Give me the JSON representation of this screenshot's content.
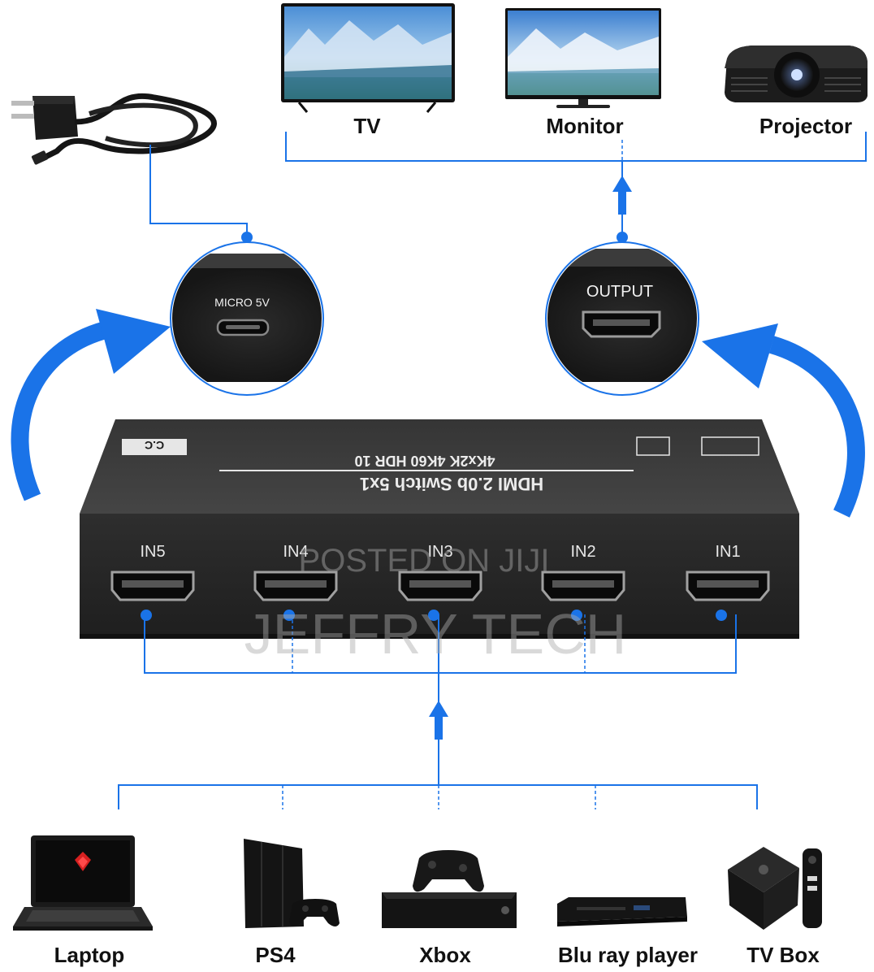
{
  "outputs": {
    "tv": "TV",
    "monitor": "Monitor",
    "projector": "Projector"
  },
  "sources": {
    "laptop": "Laptop",
    "ps4": "PS4",
    "xbox": "Xbox",
    "bluray": "Blu ray player",
    "tvbox": "TV Box"
  },
  "zoom": {
    "power": "MICRO 5V",
    "output": "OUTPUT"
  },
  "ports": [
    "IN5",
    "IN4",
    "IN3",
    "IN2",
    "IN1"
  ],
  "device_top": {
    "line1": "HDMI 2.0b Switch 5x1",
    "line2": "4Kx2K 4K60 HDR 10",
    "badge_left": "C.C"
  },
  "watermark": {
    "line1": "POSTED ON JIJI",
    "line2": "JEFFRY TECH"
  },
  "colors": {
    "accent": "#1a73e8",
    "device": "#2a2a2a",
    "device_top": "#3a3a3a",
    "connector": "#1c6dd0"
  }
}
